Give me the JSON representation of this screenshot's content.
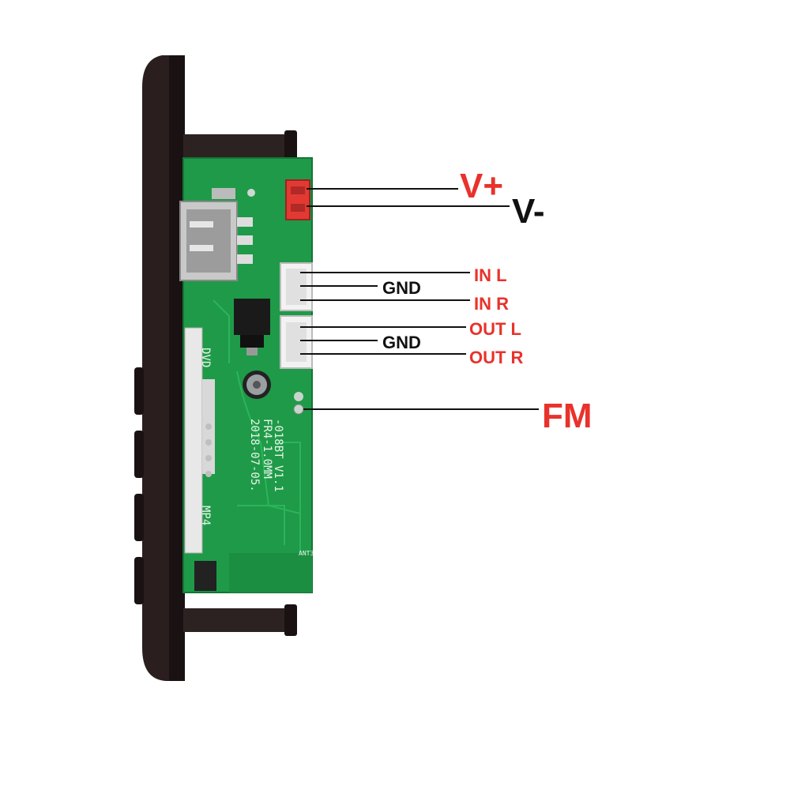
{
  "labels": {
    "v_plus": "V+",
    "v_minus": "V-",
    "in_l": "IN L",
    "gnd_in": "GND",
    "in_r": "IN R",
    "out_l": "OUT L",
    "gnd_out": "GND",
    "out_r": "OUT R",
    "fm": "FM"
  },
  "board_markings": {
    "model": "-018BT V1.1",
    "part": "FR4-1.0MM",
    "date": "2018-07-05.",
    "dvd": "DVD",
    "mp4": "MP4",
    "ant": "ANT3"
  },
  "colors": {
    "pcb_green": "#1f9a48",
    "panel_black": "#2a1e1e",
    "label_red": "#e8322b",
    "label_black": "#111111",
    "connector_red": "#e23a33"
  }
}
